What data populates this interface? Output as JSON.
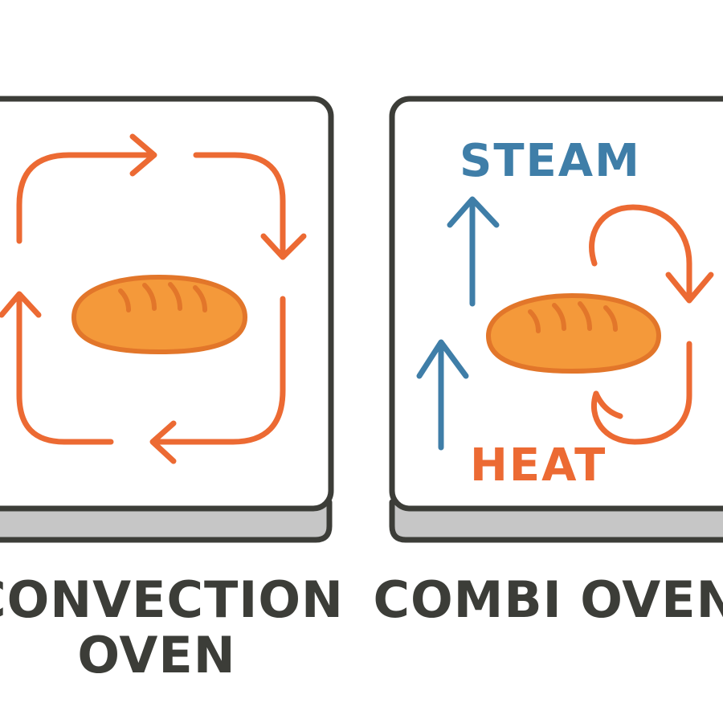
{
  "colors": {
    "heat_arrow": "#ec6a33",
    "steam_arrow": "#3f7ea8",
    "outline": "#3c3d38",
    "panel_fill": "#ffffff",
    "base_fill": "#c6c6c6",
    "bread_fill": "#f4993a",
    "bread_outline": "#e2762a",
    "heat_label": "#ec6a33",
    "steam_label": "#3f7ea8",
    "caption": "#3c3d38"
  },
  "left_panel": {
    "caption_line1": "CONVECTION",
    "caption_line2": "OVEN",
    "icons": [
      "circular-airflow-arrows",
      "bread-loaf-icon"
    ]
  },
  "right_panel": {
    "caption": "COMBI OVEN",
    "steam_label": "STEAM",
    "heat_label": "HEAT",
    "icons": [
      "steam-up-arrows",
      "heat-loop-arrows",
      "bread-loaf-icon"
    ]
  }
}
